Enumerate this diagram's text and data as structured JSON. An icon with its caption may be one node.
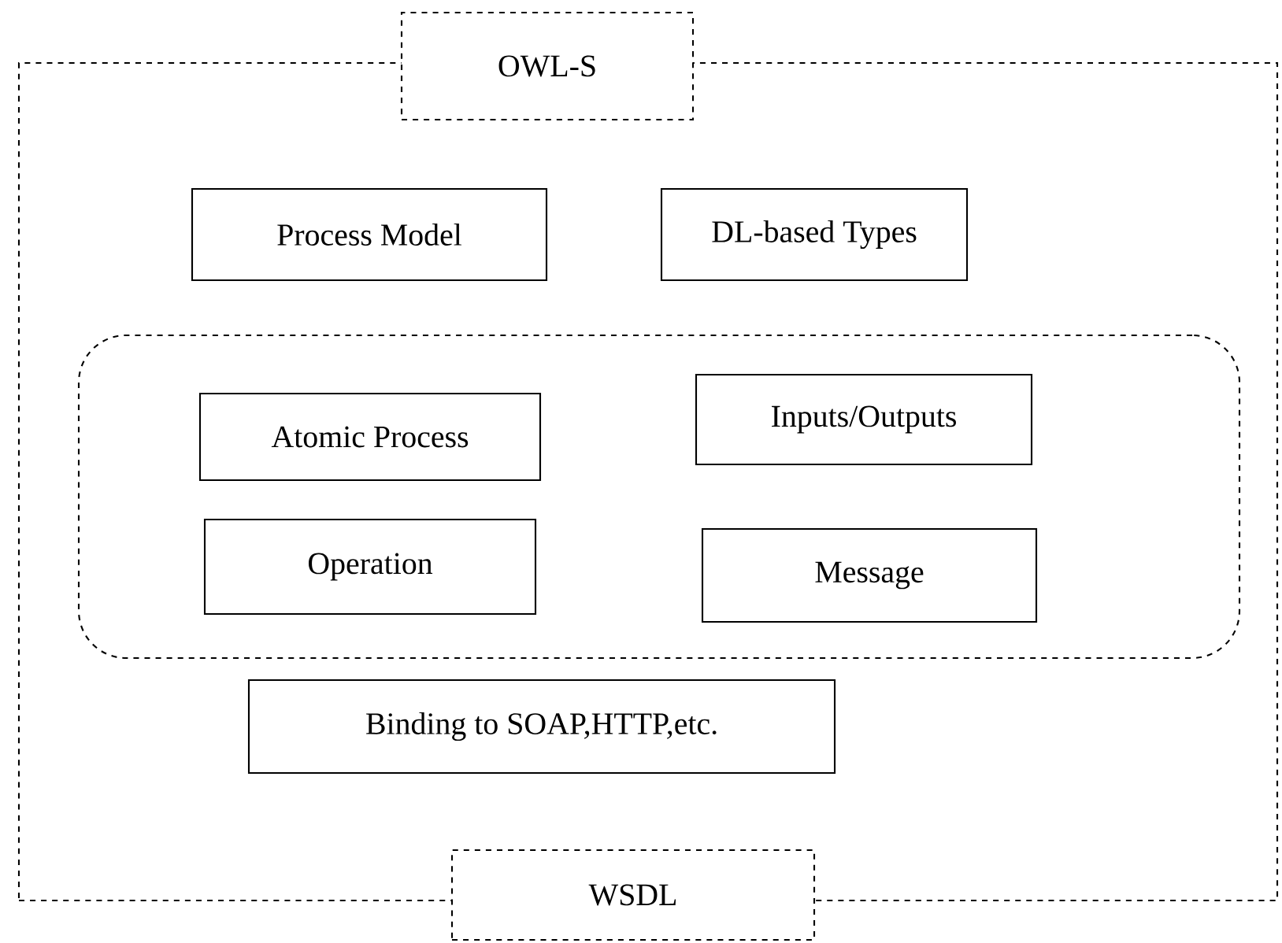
{
  "diagram": {
    "nodes": [
      {
        "text": [],
        "shape": "box"
      },
      {
        "text": [
          "OWL-S"
        ]
      },
      {
        "text": [
          "Process Model"
        ],
        "in": 0
      },
      {
        "text": [
          "DL-based Types"
        ],
        "in": 0
      },
      {
        "text": [],
        "shape": "box",
        "in": 0
      },
      {
        "text": [
          "Atomic Process"
        ],
        "in": 4
      },
      {
        "text": [
          "Inputs/Outputs"
        ],
        "in": 4
      },
      {
        "text": [
          "Operation"
        ],
        "in": 4
      },
      {
        "text": [
          "Message"
        ],
        "in": 4
      },
      {
        "text": [
          "Binding to SOAP,HTTP,etc."
        ],
        "in": 0
      },
      {
        "text": [
          "WSDL"
        ]
      }
    ]
  }
}
